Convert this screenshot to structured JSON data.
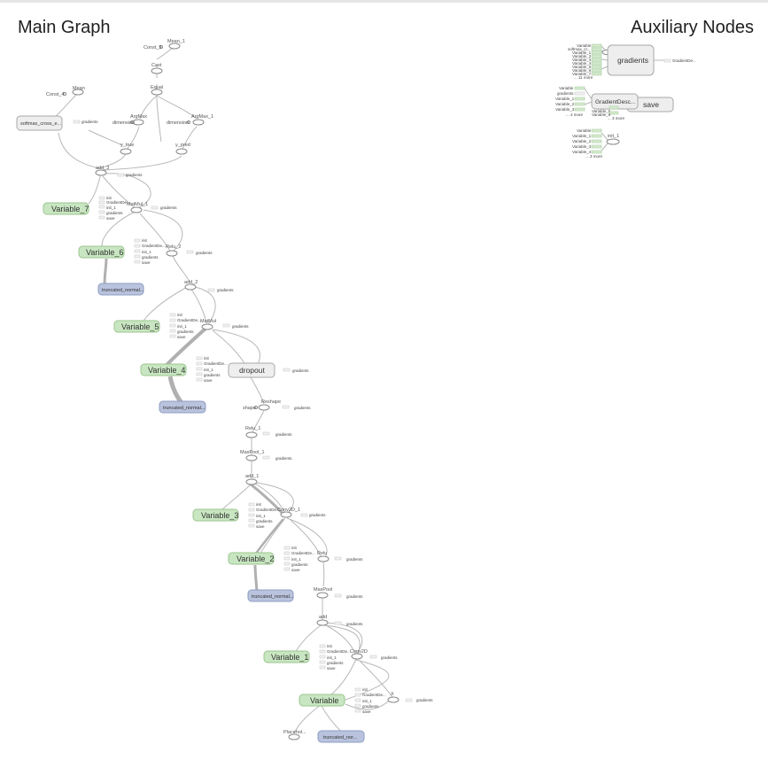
{
  "panels": {
    "main_title": "Main Graph",
    "aux_title": "Auxiliary Nodes"
  },
  "nodes": {
    "mean_1": "Mean_1",
    "const_5": "Const_5",
    "cast": "Cast",
    "mean": "Mean",
    "const_4": "Const_4",
    "equal": "Equal",
    "argmax": "ArgMax",
    "argmax_1": "ArgMax_1",
    "dimension": "dimension",
    "dimension_1": "dimension",
    "softmax": "softmax_cross_e...",
    "y_true": "y_true",
    "y_pred": "y_pred",
    "add_3": "add_3",
    "variable_7": "Variable_7",
    "matmul_1": "MatMul_1",
    "variable_6": "Variable_6",
    "relu_2": "Relu_2",
    "truncated_3": "truncated_normal...",
    "add_2": "add_2",
    "variable_5": "Variable_5",
    "matmul": "MatMul",
    "variable_4": "Variable_4",
    "dropout": "dropout",
    "truncated_2": "truncated_normal...",
    "reshape": "Reshape",
    "shape": "shape",
    "relu_1": "Relu_1",
    "maxpool_1": "MaxPool_1",
    "add_1": "add_1",
    "variable_3": "Variable_3",
    "conv2d_1": "Conv2D_1",
    "variable_2": "Variable_2",
    "relu": "Relu",
    "truncated_1": "truncated_normal...",
    "maxpool": "MaxPool",
    "add": "add",
    "variable_1": "Variable_1",
    "conv2d": "Conv2D",
    "variable": "Variable",
    "x": "X",
    "placeholder": "Placehol...",
    "truncated_0": "truncated_nor..."
  },
  "var_links": [
    "init",
    "GradientDe...",
    "init_1",
    "gradients",
    "save"
  ],
  "gradients_label": "gradients",
  "aux": {
    "gradients": "gradients",
    "gradients_out": "GradientDe...",
    "init": "init",
    "gradient_descent": "GradientDesc...",
    "save": "save",
    "init_1": "init_1",
    "group1_inputs": [
      "Variable",
      "softmax_cr...",
      "Variable_1",
      "Variable_2",
      "Variable_3",
      "Variable_4",
      "Variable_5",
      "Variable_6",
      "Variable_7",
      "... 11 more"
    ],
    "group2_inputs": [
      "Variable",
      "gradients",
      "Variable_1",
      "Variable_2",
      "Variable_3",
      "... 4 more"
    ],
    "group2_right": [
      "Variable_5",
      "Variable_6",
      "... 3 more"
    ],
    "group3_inputs": [
      "Variable",
      "Variable_1",
      "Variable_2",
      "Variable_3",
      "Variable_4",
      "... 3 more"
    ]
  },
  "colors": {
    "variable_fill": "#c8e6c1",
    "constant_fill": "#b9c3dd",
    "meta_fill": "#eeeeee"
  }
}
